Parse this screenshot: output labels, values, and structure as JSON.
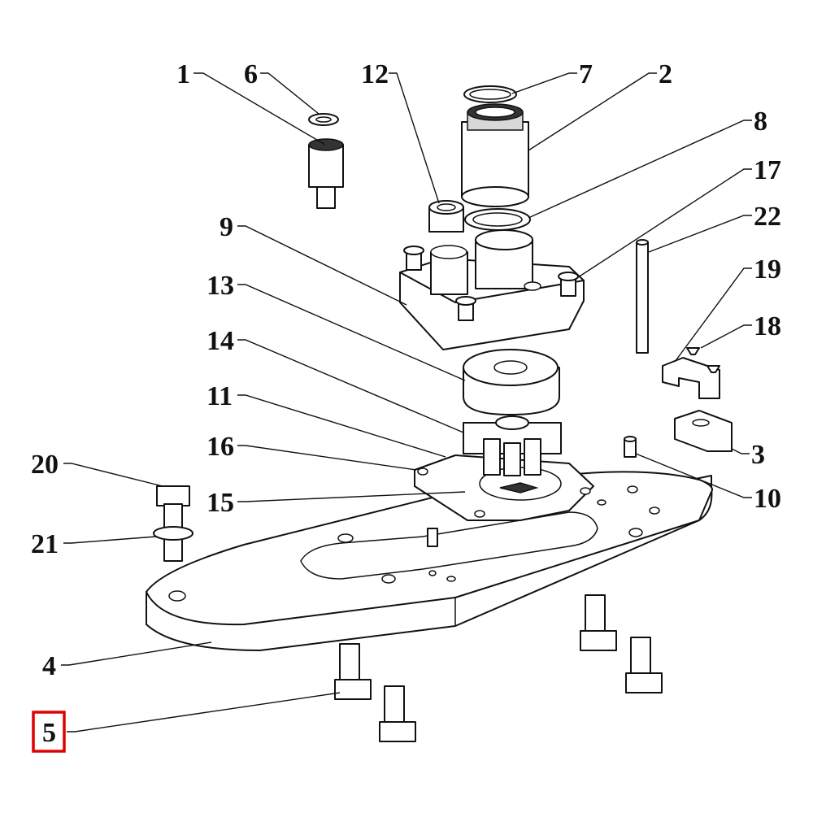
{
  "callouts": [
    {
      "id": "1",
      "text": "1"
    },
    {
      "id": "6",
      "text": "6"
    },
    {
      "id": "12",
      "text": "12"
    },
    {
      "id": "7",
      "text": "7"
    },
    {
      "id": "2",
      "text": "2"
    },
    {
      "id": "8",
      "text": "8"
    },
    {
      "id": "17",
      "text": "17"
    },
    {
      "id": "22",
      "text": "22"
    },
    {
      "id": "9",
      "text": "9"
    },
    {
      "id": "19",
      "text": "19"
    },
    {
      "id": "13",
      "text": "13"
    },
    {
      "id": "18",
      "text": "18"
    },
    {
      "id": "14",
      "text": "14"
    },
    {
      "id": "11",
      "text": "11"
    },
    {
      "id": "16",
      "text": "16"
    },
    {
      "id": "3",
      "text": "3"
    },
    {
      "id": "20",
      "text": "20"
    },
    {
      "id": "15",
      "text": "15"
    },
    {
      "id": "10",
      "text": "10"
    },
    {
      "id": "21",
      "text": "21"
    },
    {
      "id": "4",
      "text": "4"
    },
    {
      "id": "5",
      "text": "5"
    }
  ],
  "highlight": {
    "callout": "5",
    "color": "#e00000"
  }
}
